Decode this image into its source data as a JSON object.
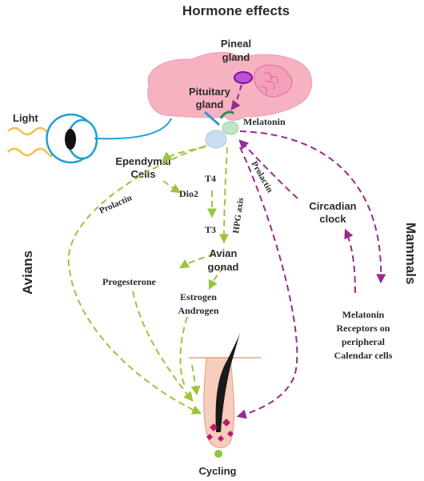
{
  "title": "Hormone effects",
  "labels": {
    "light": "Light",
    "pineal_line1": "Pineal",
    "pineal_line2": "gland",
    "pituitary_line1": "Pituitary",
    "pituitary_line2": "gland",
    "melatonin": "Melatonin",
    "ependymal_line1": "Ependymal",
    "ependymal_line2": "Cells",
    "prolactin_left": "Prolactin",
    "prolactin_right": "Prolactin",
    "dio2": "Dio2",
    "t4": "T4",
    "t3": "T3",
    "hpg_axis": "HPG axis",
    "avian_gonad_line1": "Avian",
    "avian_gonad_line2": "gonad",
    "progesterone": "Progesterone",
    "estrogen": "Estrogen",
    "androgen": "Androgen",
    "circadian_line1": "Circadian",
    "circadian_line2": "clock",
    "receptors_line1": "Melatonin",
    "receptors_line2": "Receptors on",
    "receptors_line3": "peripheral",
    "receptors_line4": "Calendar cells",
    "cycling": "Cycling",
    "avians": "Avians",
    "mammals": "Mammals"
  },
  "colors": {
    "avian_arrow": "#9bc53d",
    "mammal_arrow": "#9a2a8e",
    "brain": "#f7b2c2",
    "cerebellum_detail": "#e06a9a",
    "pineal_fill": "#c24fd6",
    "pituitary": "#c9ddf0",
    "light_wave": "#f2c14e",
    "eye_outline": "#1e9ed6",
    "follicle": "#f7cdbd",
    "hair": "#1a1a1a",
    "cell_marks": "#c2186b",
    "papilla": "#8cc63f"
  },
  "icons": [
    "light-wave-icon",
    "eye-icon",
    "brain-icon",
    "hair-follicle-icon"
  ]
}
